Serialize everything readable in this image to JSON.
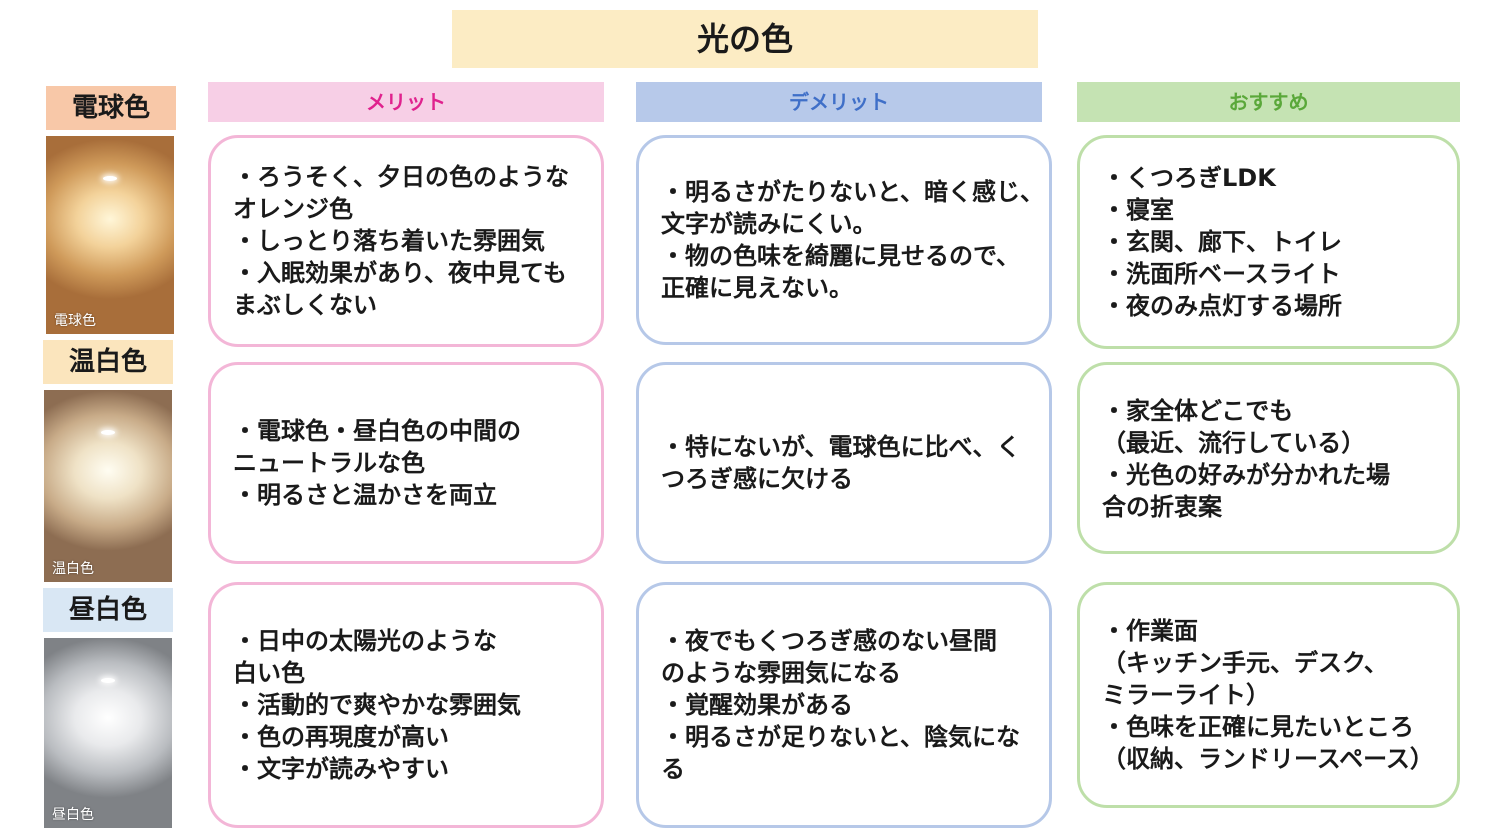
{
  "title": "光の色",
  "headers": {
    "merit": "メリット",
    "demerit": "デメリット",
    "recommend": "おすすめ"
  },
  "rows": [
    {
      "label": "電球色",
      "photo_caption": "電球色",
      "merit": [
        "・ろうそく、夕日の色のような",
        "オレンジ色",
        "・しっとり落ち着いた雰囲気",
        "・入眠効果があり、夜中見ても",
        "まぶしくない"
      ],
      "demerit": [
        "・明るさがたりないと、暗く感じ、",
        "文字が読みにくい。",
        "・物の色味を綺麗に見せるので、",
        "正確に見えない。"
      ],
      "recommend": [
        "・くつろぎLDK",
        "・寝室",
        "・玄関、廊下、トイレ",
        "・洗面所ベースライト",
        "・夜のみ点灯する場所"
      ]
    },
    {
      "label": "温白色",
      "photo_caption": "温白色",
      "merit": [
        "・電球色・昼白色の中間の",
        "ニュートラルな色",
        "・明るさと温かさを両立"
      ],
      "demerit": [
        "・特にないが、電球色に比べ、く",
        "つろぎ感に欠ける"
      ],
      "recommend": [
        "・家全体どこでも",
        "（最近、流行している）",
        "・光色の好みが分かれた場",
        "合の折衷案"
      ]
    },
    {
      "label": "昼白色",
      "photo_caption": "昼白色",
      "merit": [
        "・日中の太陽光のような",
        "白い色",
        "・活動的で爽やかな雰囲気",
        "・色の再現度が高い",
        "・文字が読みやすい"
      ],
      "demerit": [
        "・夜でもくつろぎ感のない昼間",
        "のような雰囲気になる",
        "・覚醒効果がある",
        "・明るさが足りないと、陰気にな",
        "る"
      ],
      "recommend": [
        "・作業面",
        "（キッチン手元、デスク、",
        "ミラーライト）",
        "・色味を正確に見たいところ",
        "（収納、ランドリースペース）"
      ]
    }
  ]
}
